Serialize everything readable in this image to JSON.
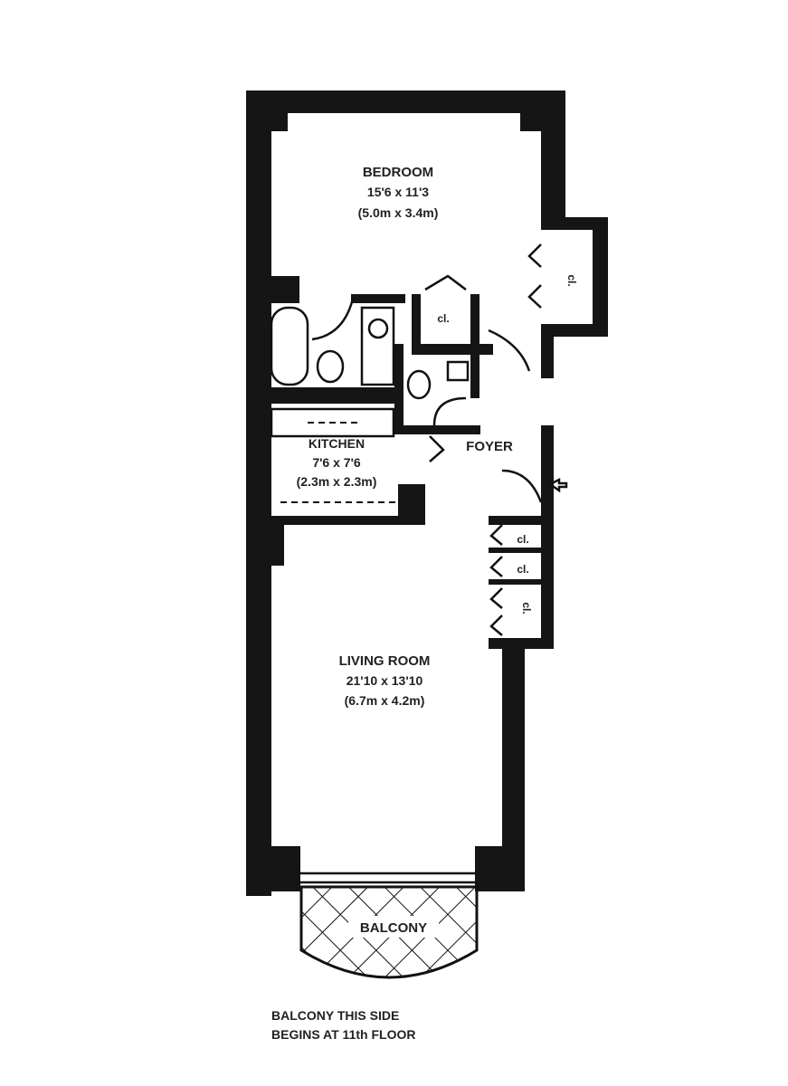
{
  "rooms": {
    "bedroom": {
      "name": "BEDROOM",
      "dims_imperial": "15'6 x 11'3",
      "dims_metric": "(5.0m x 3.4m)"
    },
    "kitchen": {
      "name": "KITCHEN",
      "dims_imperial": "7'6 x 7'6",
      "dims_metric": "(2.3m x 2.3m)"
    },
    "living": {
      "name": "LIVING ROOM",
      "dims_imperial": "21'10 x 13'10",
      "dims_metric": "(6.7m x 4.2m)"
    },
    "foyer": {
      "name": "FOYER"
    },
    "balcony": {
      "name": "BALCONY"
    }
  },
  "closets": [
    "cl.",
    "cl.",
    "cl.",
    "cl.",
    "cl."
  ],
  "note": {
    "line1": "BALCONY THIS SIDE",
    "line2": "BEGINS AT 11th FLOOR"
  }
}
